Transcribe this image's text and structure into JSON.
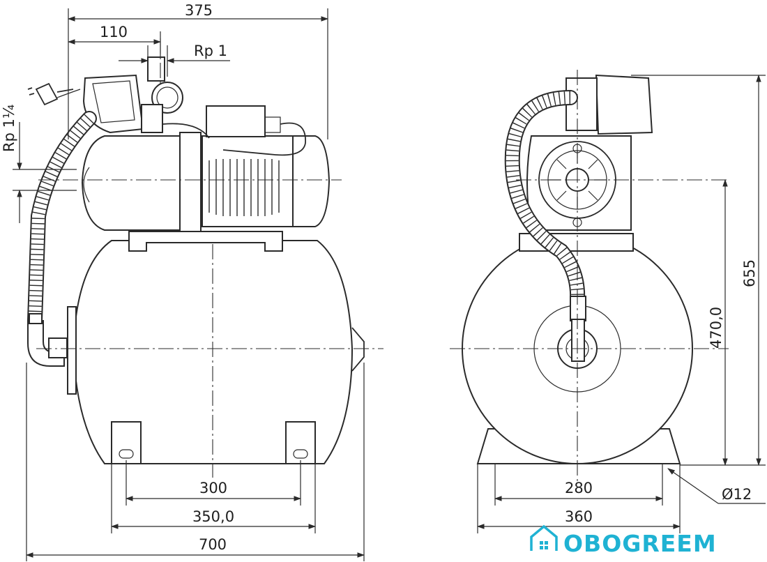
{
  "dimensions": {
    "overall_width_top": "375",
    "offset_110": "110",
    "outlet_thread": "Rp 1",
    "inlet_thread": "Rp 1¼",
    "feet_spacing": "300",
    "feet_outer": "350,0",
    "tank_length": "700",
    "overall_height": "655",
    "axis_height": "470,0",
    "side_feet_spacing": "280",
    "side_base_width": "360",
    "mount_hole": "Ø12"
  },
  "watermark": {
    "brand": "OBOGREEM"
  }
}
